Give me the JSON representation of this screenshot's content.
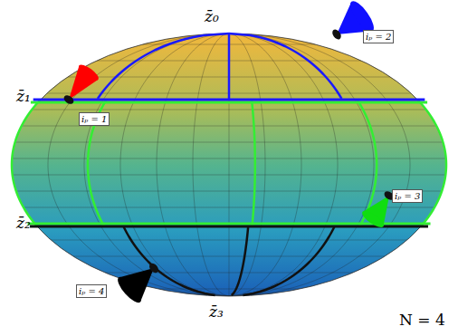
{
  "diagram": {
    "nodes": [
      {
        "text": [
          "iₚ = 1"
        ]
      },
      {
        "text": [
          "iₚ = 2"
        ]
      },
      {
        "text": [
          "iₚ = 3"
        ]
      },
      {
        "text": [
          "iₚ = 4"
        ]
      }
    ],
    "labels": [
      "z̄₀",
      "z̄₁",
      "z̄₂",
      "z̄₃",
      "N = 4"
    ]
  }
}
